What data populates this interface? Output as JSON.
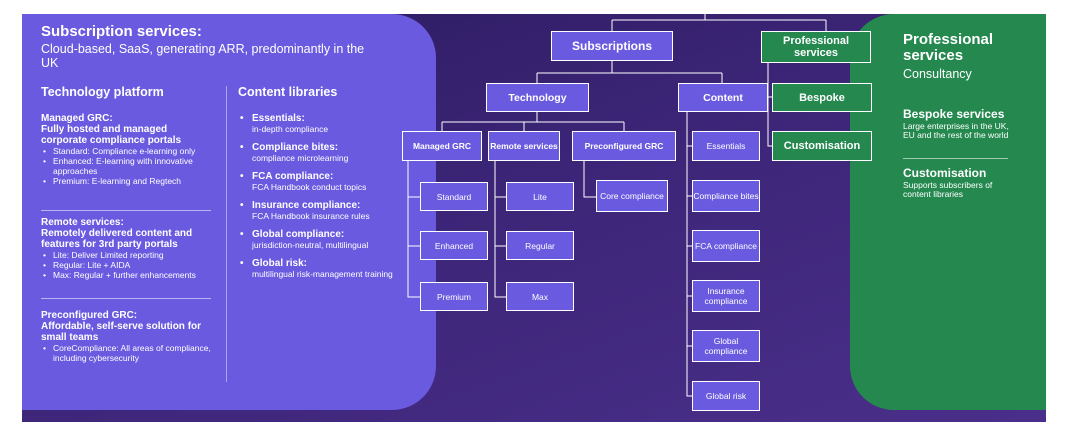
{
  "left": {
    "title": "Subscription services:",
    "subtitle": "Cloud-based, SaaS, generating ARR, predominantly in the UK",
    "tech": {
      "heading": "Technology platform",
      "sections": [
        {
          "title": "Managed GRC:\nFully hosted and managed corporate compliance portals",
          "items": [
            "Standard: Compliance e-learning only",
            "Enhanced: E-learning with innovative approaches",
            "Premium: E-learning and Regtech"
          ]
        },
        {
          "title": "Remote services:\nRemotely delivered content and features for 3rd party portals",
          "items": [
            "Lite: Deliver Limited reporting",
            "Regular: Lite + AIDA",
            "Max: Regular + further enhancements"
          ]
        },
        {
          "title": "Preconfigured GRC:\nAffordable, self-serve solution for small teams",
          "items": [
            "CoreCompliance: All areas of compliance, including cybersecurity"
          ]
        }
      ]
    },
    "content": {
      "heading": "Content libraries",
      "items": [
        {
          "head": "Essentials:",
          "sub": "in-depth compliance"
        },
        {
          "head": "Compliance bites:",
          "sub": "compliance microlearning"
        },
        {
          "head": "FCA compliance:",
          "sub": "FCA Handbook conduct topics"
        },
        {
          "head": "Insurance compliance:",
          "sub": "FCA Handbook insurance rules"
        },
        {
          "head": "Global compliance:",
          "sub": "jurisdiction-neutral, multilingual"
        },
        {
          "head": "Global risk:",
          "sub": "multilingual risk-management training"
        }
      ]
    }
  },
  "tree": {
    "subscriptions": "Subscriptions",
    "technology": "Technology",
    "content": "Content",
    "managed_grc": "Managed GRC",
    "remote_services": "Remote services",
    "preconfigured_grc": "Preconfigured GRC",
    "standard": "Standard",
    "enhanced": "Enhanced",
    "premium": "Premium",
    "lite": "Lite",
    "regular": "Regular",
    "max": "Max",
    "core_compliance": "Core compliance",
    "essentials": "Essentials",
    "compliance_bites": "Compliance bites",
    "fca_compliance": "FCA compliance",
    "insurance_compliance": "Insurance compliance",
    "global_compliance": "Global compliance",
    "global_risk": "Global risk",
    "professional_services": "Professional services",
    "bespoke": "Bespoke",
    "customisation": "Customisation"
  },
  "right": {
    "title": "Professional services",
    "subtitle": "Consultancy",
    "bespoke_title": "Bespoke services",
    "bespoke_text": "Large enterprises in the UK, EU and the rest of the world",
    "custom_title": "Customisation",
    "custom_text": "Supports subscribers of content libraries"
  },
  "colors": {
    "left_panel": "#6a5ae0",
    "right_panel": "#24884f",
    "background": "#3c2577",
    "node_fill": "#6a5ae0",
    "node_green": "#24884f"
  }
}
